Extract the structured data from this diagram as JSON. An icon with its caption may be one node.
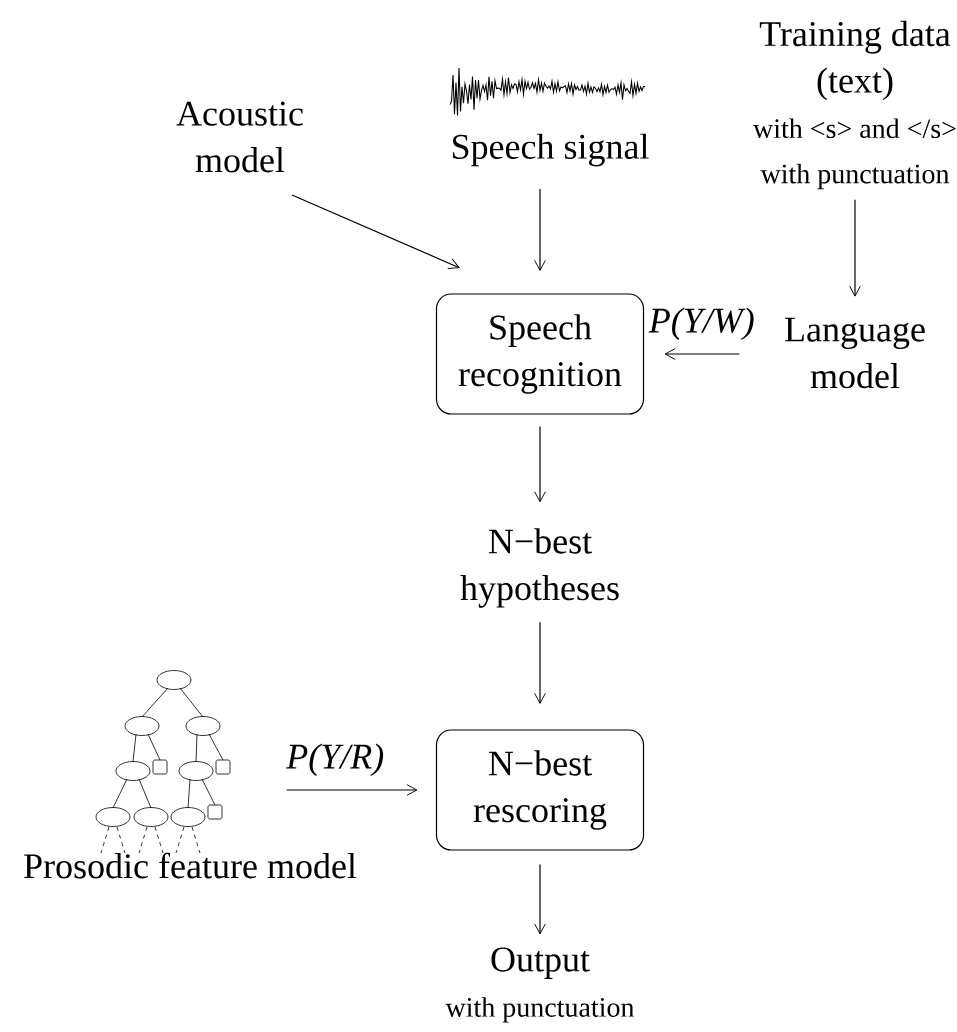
{
  "diagram": {
    "nodes": [
      {
        "text": [
          "Acoustic model"
        ]
      },
      {
        "text": [
          "Speech signal"
        ]
      },
      {
        "text": [
          "Training data (text)",
          "with <s> and </s>",
          "with punctuation"
        ]
      },
      {
        "text": [
          "Speech recognition"
        ]
      },
      {
        "text": [
          "Language model"
        ]
      },
      {
        "text": [
          "N−best hypotheses"
        ]
      },
      {
        "text": [
          "Prosodic feature model"
        ]
      },
      {
        "text": [
          "N−best rescoring"
        ]
      },
      {
        "text": [
          "Output",
          "with punctuation"
        ]
      }
    ],
    "edges": [
      {
        "from": 0,
        "to": 3,
        "arrow": "to"
      },
      {
        "from": 1,
        "to": 3,
        "arrow": "to"
      },
      {
        "from": 2,
        "to": 4,
        "arrow": "to"
      },
      {
        "from": 4,
        "to": 3,
        "arrow": "to",
        "label": "P(Y/W)"
      },
      {
        "from": 3,
        "to": 5,
        "arrow": "to"
      },
      {
        "from": 5,
        "to": 7,
        "arrow": "to"
      },
      {
        "from": 6,
        "to": 7,
        "arrow": "to",
        "label": "P(Y/R)"
      },
      {
        "from": 7,
        "to": 8,
        "arrow": "to"
      }
    ]
  }
}
